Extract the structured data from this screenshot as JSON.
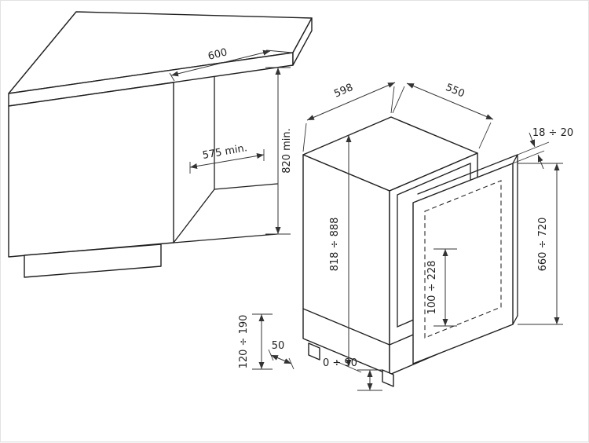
{
  "colors": {
    "ink": "#1f1f1f",
    "dimension_line": "#333333",
    "background": "#ffffff"
  },
  "dimensions": {
    "niche_width": "600",
    "niche_depth": "575 min.",
    "niche_height": "820 min.",
    "appliance_width": "598",
    "appliance_depth": "550",
    "appliance_height": "818 ÷ 888",
    "panel_thickness": "18 ÷ 20",
    "panel_height": "660 ÷ 720",
    "panel_bottom_range": "100 ÷ 228",
    "plinth_height_range": "120 ÷ 190",
    "plinth_depth": "50",
    "foot_adjustment_range": "0 ÷ 90"
  }
}
